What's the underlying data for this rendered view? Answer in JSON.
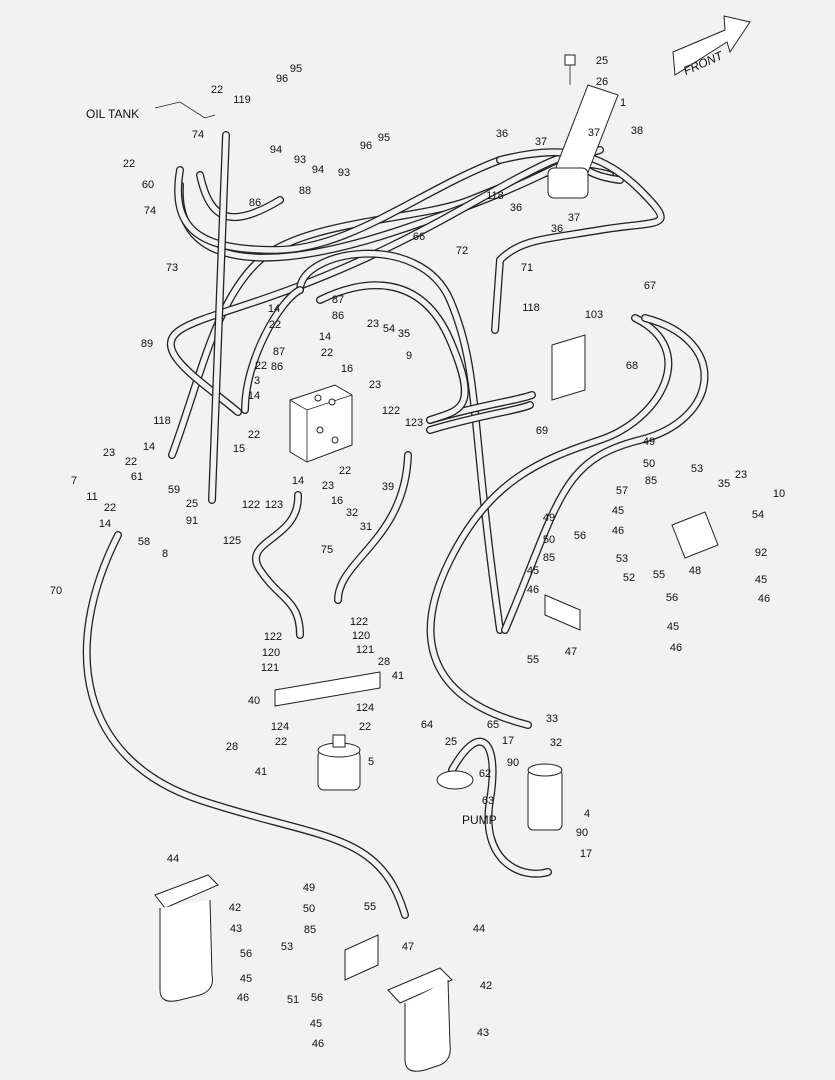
{
  "text_labels": {
    "oil_tank": "OIL TANK",
    "pump": "PUMP",
    "front": "FRONT"
  },
  "callouts": [
    "1",
    "25",
    "26",
    "95",
    "96",
    "22",
    "119",
    "74",
    "22",
    "60",
    "94",
    "93",
    "94",
    "93",
    "96",
    "95",
    "36",
    "37",
    "37",
    "38",
    "88",
    "86",
    "74",
    "118",
    "36",
    "37",
    "36",
    "66",
    "72",
    "71",
    "73",
    "118",
    "87",
    "14",
    "22",
    "86",
    "14",
    "23",
    "54",
    "35",
    "22",
    "9",
    "89",
    "87",
    "86",
    "16",
    "22",
    "3",
    "23",
    "14",
    "103",
    "67",
    "68",
    "69",
    "122",
    "123",
    "118",
    "22",
    "15",
    "14",
    "23",
    "22",
    "7",
    "61",
    "11",
    "59",
    "23",
    "22",
    "39",
    "14",
    "16",
    "122",
    "123",
    "25",
    "22",
    "14",
    "32",
    "31",
    "58",
    "8",
    "91",
    "70",
    "125",
    "75",
    "49",
    "50",
    "53",
    "85",
    "23",
    "35",
    "10",
    "57",
    "45",
    "54",
    "46",
    "49",
    "50",
    "56",
    "85",
    "53",
    "45",
    "52",
    "55",
    "48",
    "92",
    "45",
    "46",
    "46",
    "56",
    "47",
    "55",
    "45",
    "46",
    "122",
    "122",
    "120",
    "120",
    "121",
    "121",
    "28",
    "41",
    "40",
    "124",
    "124",
    "22",
    "22",
    "28",
    "41",
    "5",
    "64",
    "65",
    "25",
    "33",
    "17",
    "32",
    "90",
    "62",
    "63",
    "4",
    "90",
    "17",
    "44",
    "42",
    "43",
    "49",
    "50",
    "55",
    "85",
    "47",
    "53",
    "56",
    "45",
    "51",
    "46",
    "56",
    "44",
    "42",
    "45",
    "46",
    "43"
  ],
  "colors": {
    "line": "#222222",
    "background": "#f2f2f2"
  }
}
